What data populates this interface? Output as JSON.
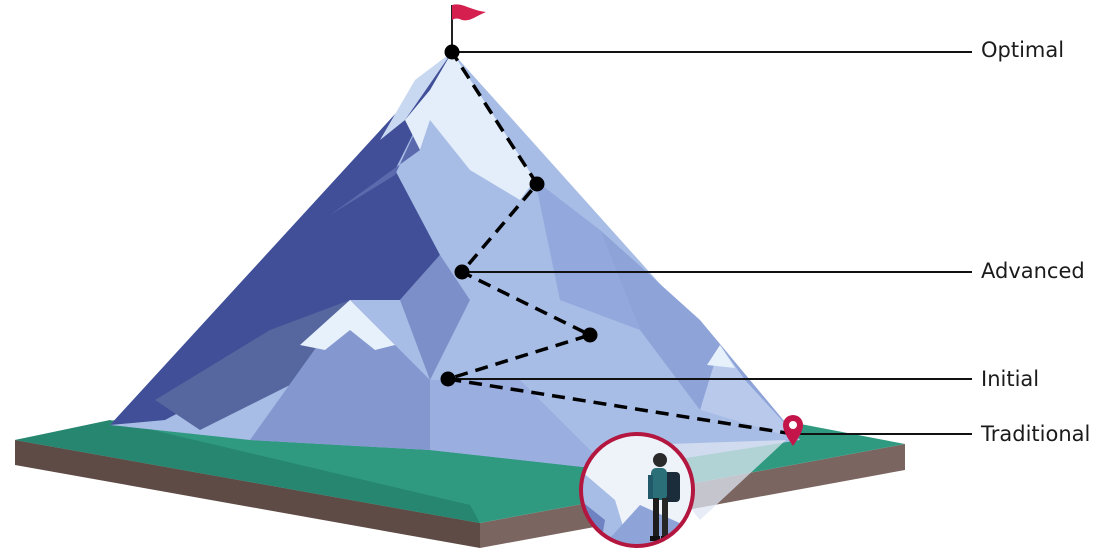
{
  "labels": {
    "optimal": "Optimal",
    "advanced": "Advanced",
    "initial": "Initial",
    "traditional": "Traditional"
  },
  "colors": {
    "flag": "#d41f4f",
    "pin": "#c4154b",
    "grass": "#2f9a80",
    "soil": "#6b5650",
    "mountain_light": "#a9bfe8",
    "mountain_dark": "#3f4c94",
    "snow": "#e6f1fb",
    "path": "#000000"
  }
}
